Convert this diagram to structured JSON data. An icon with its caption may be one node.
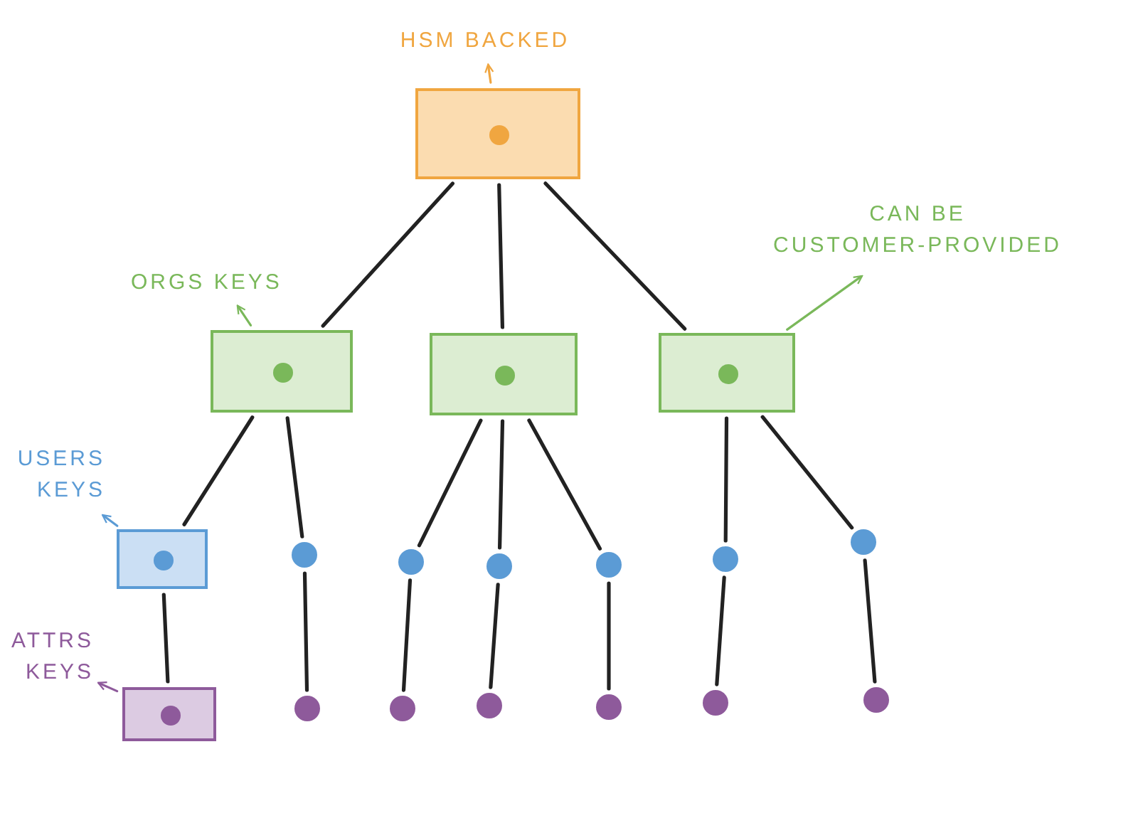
{
  "diagram": {
    "nodes": [
      {
        "text": [
          "HSM BACKED"
        ]
      },
      {
        "text": [],
        "shape": "box"
      },
      {
        "text": [
          "CAN BE CUSTOMER-PROVIDED"
        ]
      },
      {
        "text": [
          "ORGS KEYS"
        ]
      },
      {
        "text": [],
        "shape": "box"
      },
      {
        "text": [],
        "shape": "box"
      },
      {
        "text": [],
        "shape": "box"
      },
      {
        "text": [
          "USERS KEYS"
        ]
      },
      {
        "text": [],
        "shape": "box"
      },
      {
        "text": [],
        "shape": "circle"
      },
      {
        "text": [],
        "shape": "circle"
      },
      {
        "text": [],
        "shape": "circle"
      },
      {
        "text": [],
        "shape": "circle"
      },
      {
        "text": [],
        "shape": "circle"
      },
      {
        "text": [],
        "shape": "circle"
      },
      {
        "text": [
          "ATTRS KEYS"
        ]
      },
      {
        "text": [],
        "shape": "box"
      },
      {
        "text": [],
        "shape": "circle"
      },
      {
        "text": [],
        "shape": "circle"
      },
      {
        "text": [],
        "shape": "circle"
      },
      {
        "text": [],
        "shape": "circle"
      },
      {
        "text": [],
        "shape": "circle"
      },
      {
        "text": [],
        "shape": "circle"
      }
    ],
    "edges": [
      {
        "from": 1,
        "to": 0,
        "arrow": "to",
        "color": "#f0a640"
      },
      {
        "from": 6,
        "to": 2,
        "arrow": "to",
        "color": "#7ab85a"
      },
      {
        "from": 4,
        "to": 3,
        "arrow": "to",
        "color": "#7ab85a"
      },
      {
        "from": 8,
        "to": 7,
        "arrow": "to",
        "color": "#5b9bd5"
      },
      {
        "from": 16,
        "to": 15,
        "arrow": "to",
        "color": "#8e5a9b"
      },
      {
        "from": 1,
        "to": 4,
        "arrow": "none"
      },
      {
        "from": 1,
        "to": 5,
        "arrow": "none"
      },
      {
        "from": 1,
        "to": 6,
        "arrow": "none"
      },
      {
        "from": 4,
        "to": 8,
        "arrow": "none"
      },
      {
        "from": 4,
        "to": 9,
        "arrow": "none"
      },
      {
        "from": 5,
        "to": 10,
        "arrow": "none"
      },
      {
        "from": 5,
        "to": 11,
        "arrow": "none"
      },
      {
        "from": 5,
        "to": 12,
        "arrow": "none"
      },
      {
        "from": 6,
        "to": 13,
        "arrow": "none"
      },
      {
        "from": 6,
        "to": 14,
        "arrow": "none"
      },
      {
        "from": 8,
        "to": 16,
        "arrow": "none"
      },
      {
        "from": 9,
        "to": 17,
        "arrow": "none"
      },
      {
        "from": 10,
        "to": 18,
        "arrow": "none"
      },
      {
        "from": 11,
        "to": 19,
        "arrow": "none"
      },
      {
        "from": 12,
        "to": 20,
        "arrow": "none"
      },
      {
        "from": 13,
        "to": 21,
        "arrow": "none"
      },
      {
        "from": 14,
        "to": 22,
        "arrow": "none"
      }
    ]
  }
}
